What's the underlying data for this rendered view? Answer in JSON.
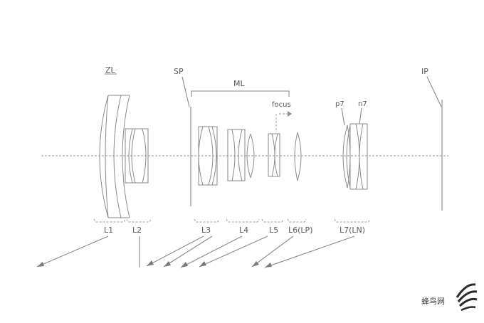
{
  "labels": {
    "zl": "ZL",
    "sp": "SP",
    "ml": "ML",
    "ip": "IP",
    "focus": "focus",
    "p7": "p7",
    "n7": "n7",
    "l1": "L1",
    "l2": "L2",
    "l3": "L3",
    "l4": "L4",
    "l5": "L5",
    "l6": "L6(LP)",
    "l7": "L7(LN)"
  },
  "watermark": {
    "text": "蜂鸟网"
  }
}
